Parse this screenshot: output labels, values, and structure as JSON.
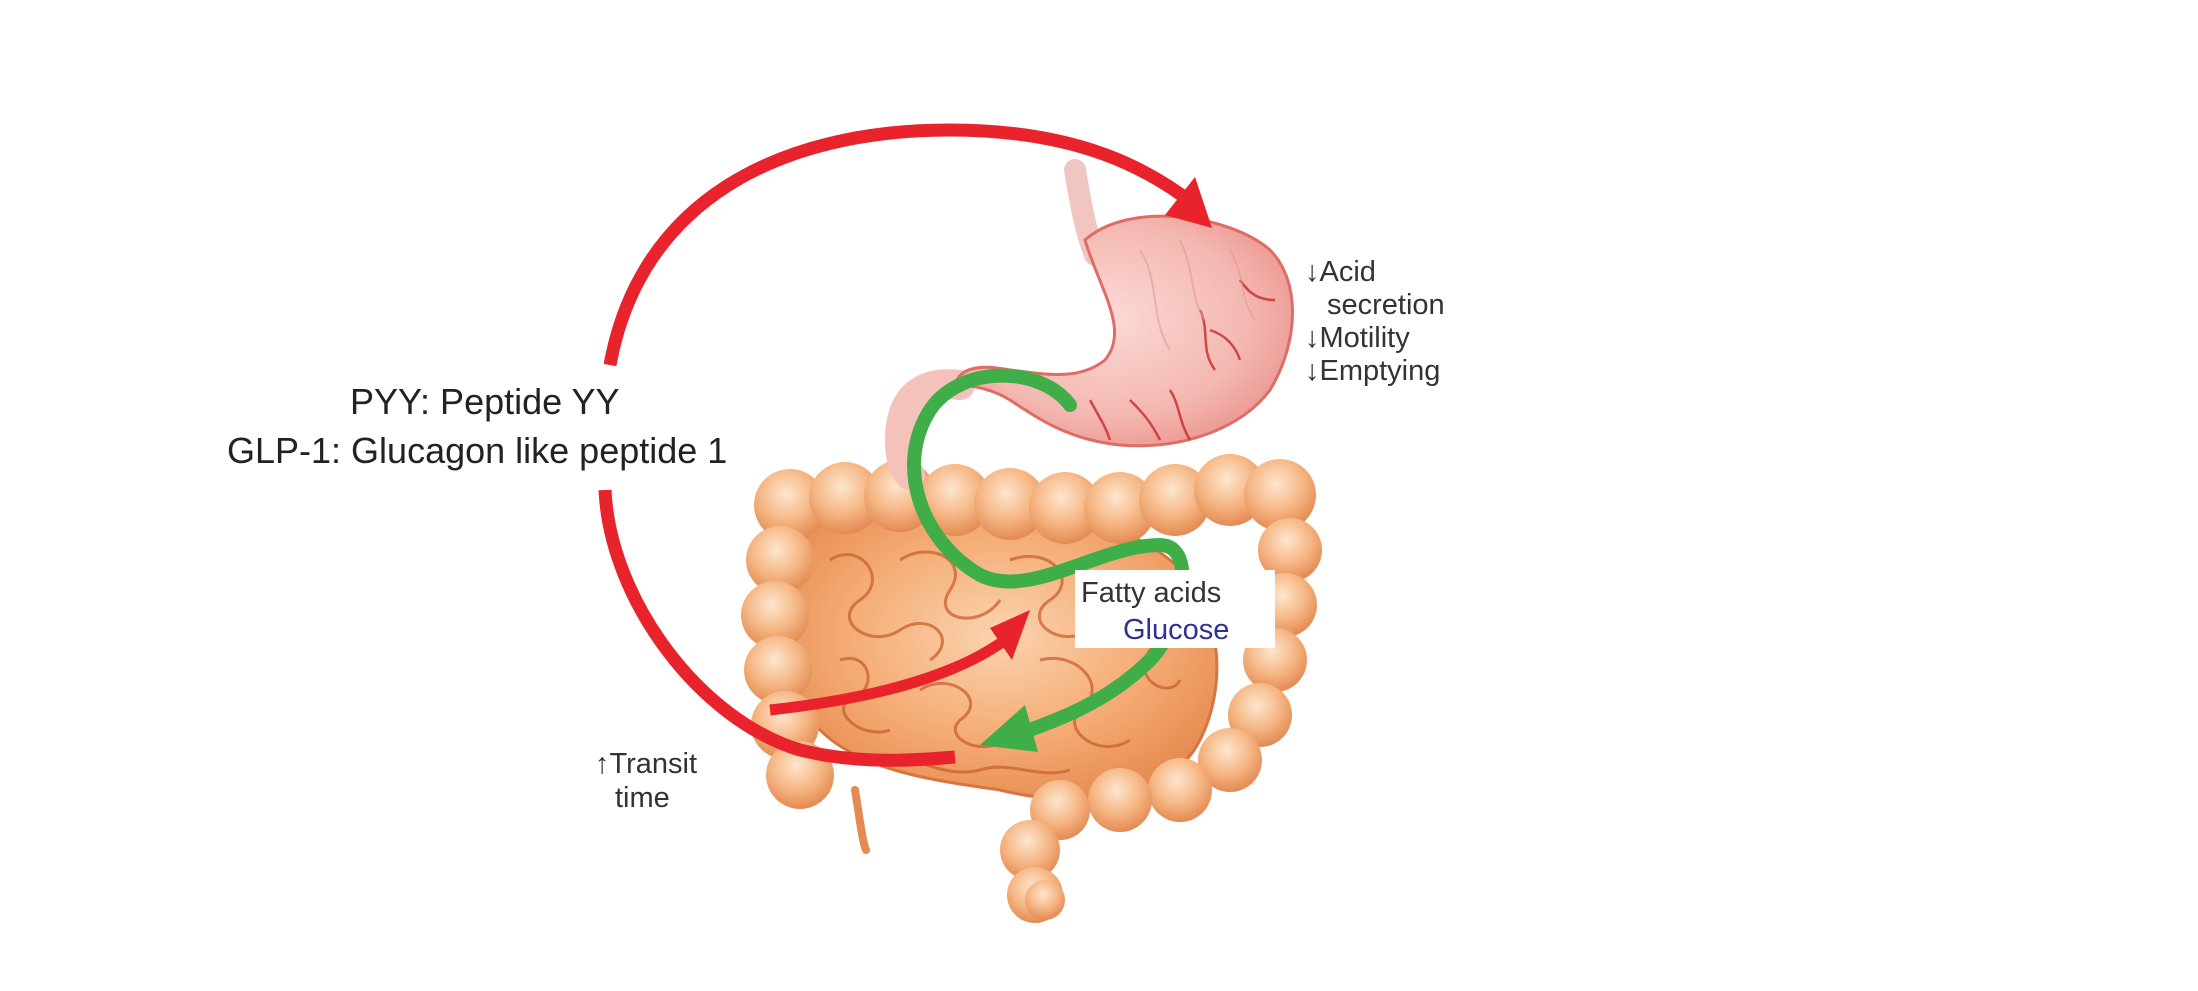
{
  "legend": {
    "pyy": "PYY: Peptide YY",
    "glp1": "GLP-1: Glucagon like peptide 1"
  },
  "stomach_effects": {
    "acid_line1": "↓Acid",
    "acid_line2": "secretion",
    "motility": "↓Motility",
    "emptying": "↓Emptying"
  },
  "intestine_effects": {
    "transit_line1": "↑Transit",
    "transit_line2": "time"
  },
  "nutrients": {
    "fatty_acids": "Fatty acids",
    "glucose": "Glucose"
  },
  "colors": {
    "hormone_arrow": "#e8232b",
    "nutrient_arrow": "#3fae49",
    "glucose_text": "#2e3192",
    "intestine": "#f2a26a",
    "stomach": "#f4b5b0"
  }
}
